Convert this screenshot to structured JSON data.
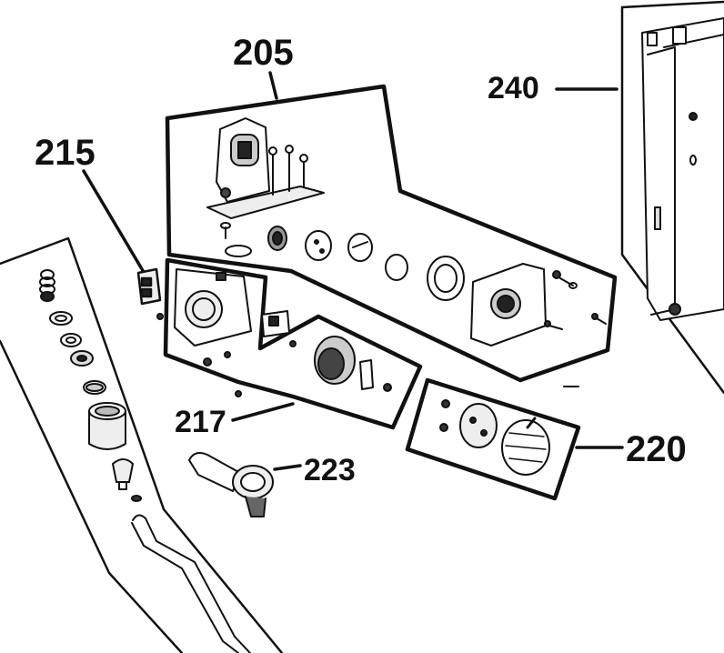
{
  "diagram": {
    "callouts": [
      {
        "id": "205",
        "text": "205"
      },
      {
        "id": "215",
        "text": "215"
      },
      {
        "id": "240",
        "text": "240"
      },
      {
        "id": "217",
        "text": "217"
      },
      {
        "id": "223",
        "text": "223"
      },
      {
        "id": "220",
        "text": "220"
      }
    ]
  },
  "colors": {
    "ink": "#111111",
    "paper": "#ffffff",
    "shade": "#d9d9d9"
  }
}
